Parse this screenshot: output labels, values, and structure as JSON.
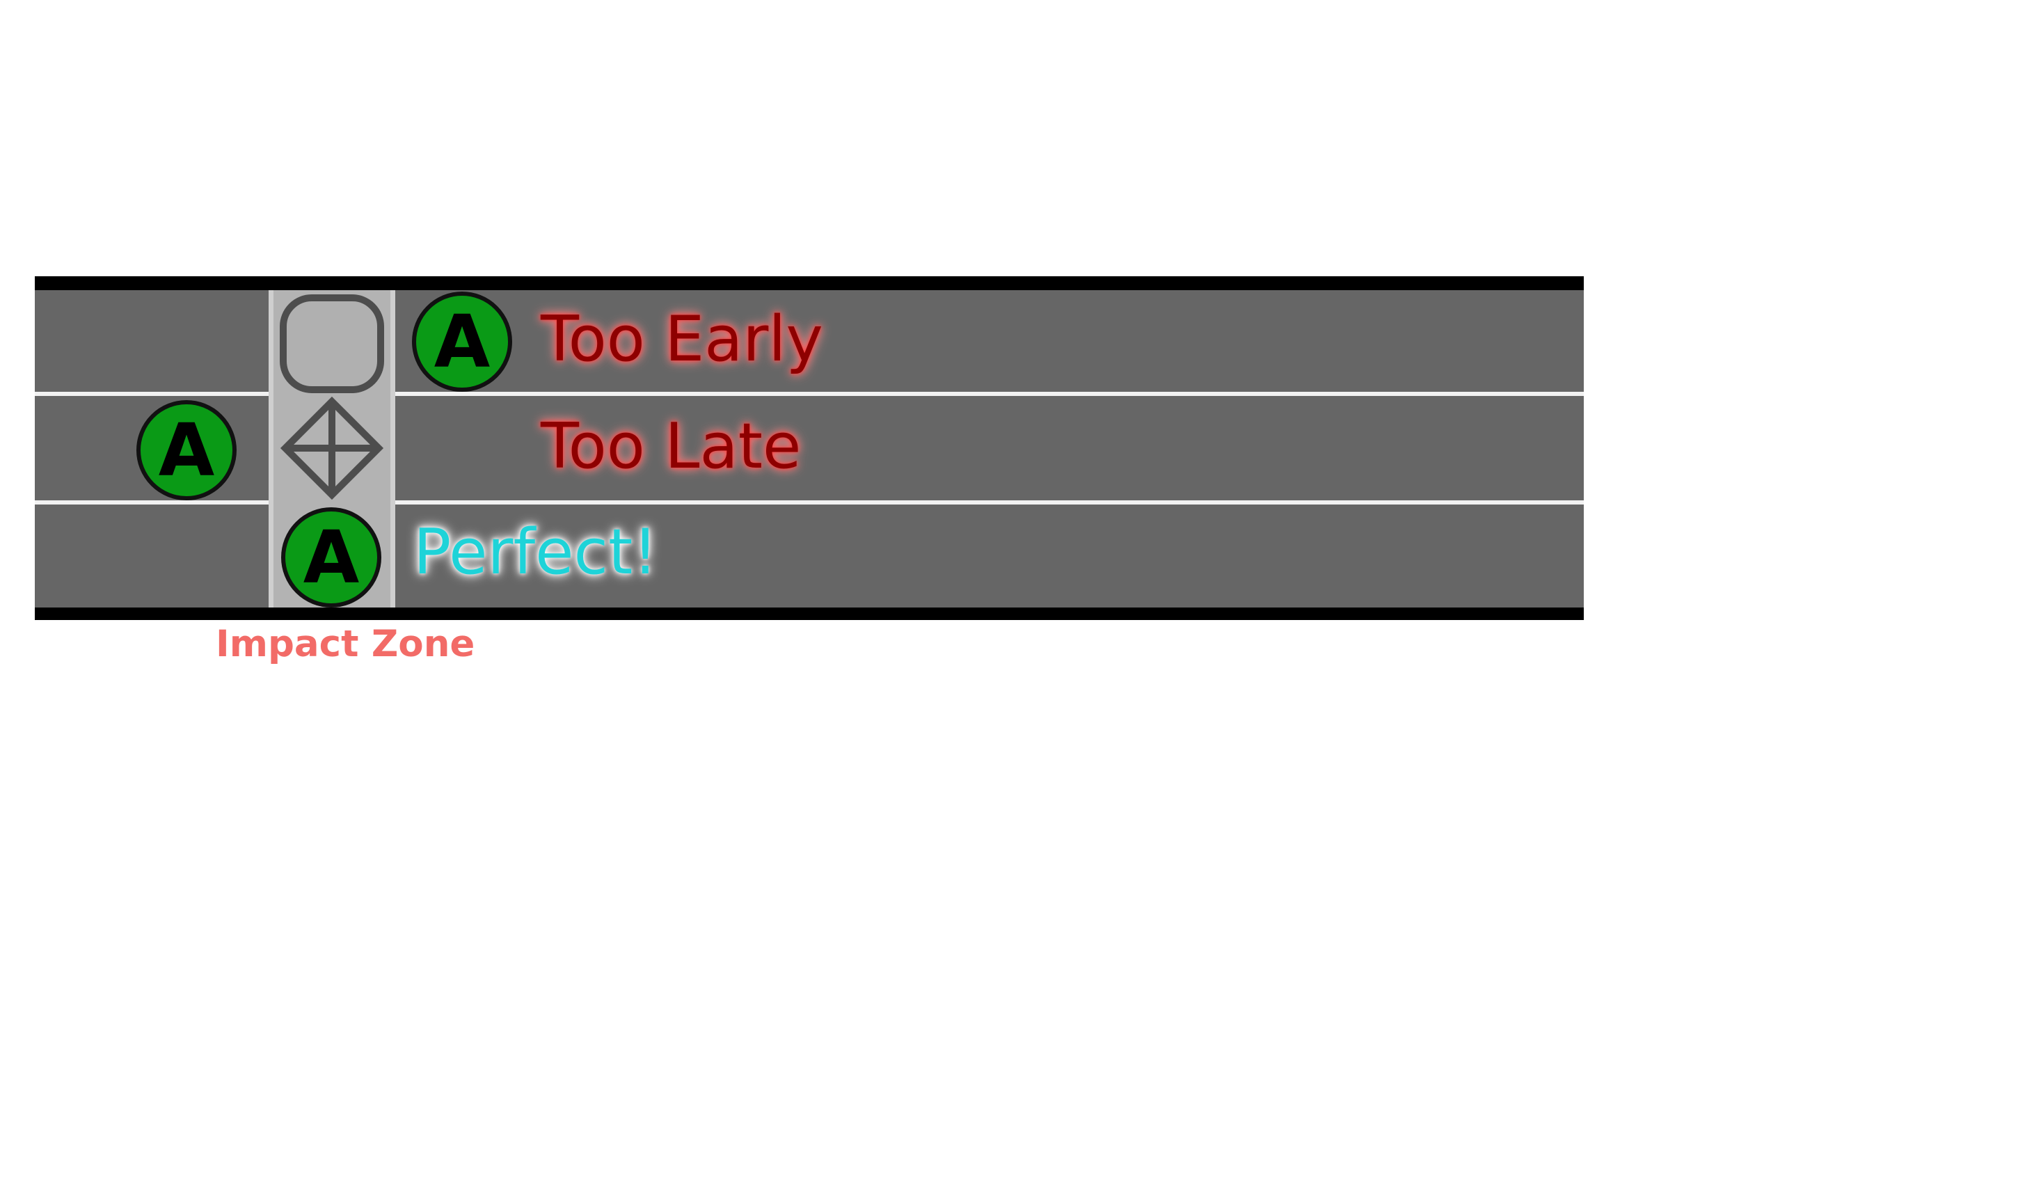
{
  "game": {
    "labels": {
      "too_early": "Too Early",
      "too_late": "Too Late",
      "perfect": "Perfect!",
      "impact_zone": "Impact Zone"
    },
    "note_label": "A",
    "colors": {
      "lane": "#666666",
      "lane_border": "#000000",
      "lane_divider": "#f2f2f2",
      "impact_zone": "#b3b3b3",
      "note_fill": "#0a9a16",
      "note_outline": "#111111",
      "early_late_text": "#8e0000",
      "early_late_glow": "#ff6d6d",
      "perfect_text": "#1ed3d8",
      "impact_label": "#f26b67"
    },
    "icons": {
      "target_shape": "rounded-square-target",
      "crosshair": "crosshair-icon"
    }
  }
}
